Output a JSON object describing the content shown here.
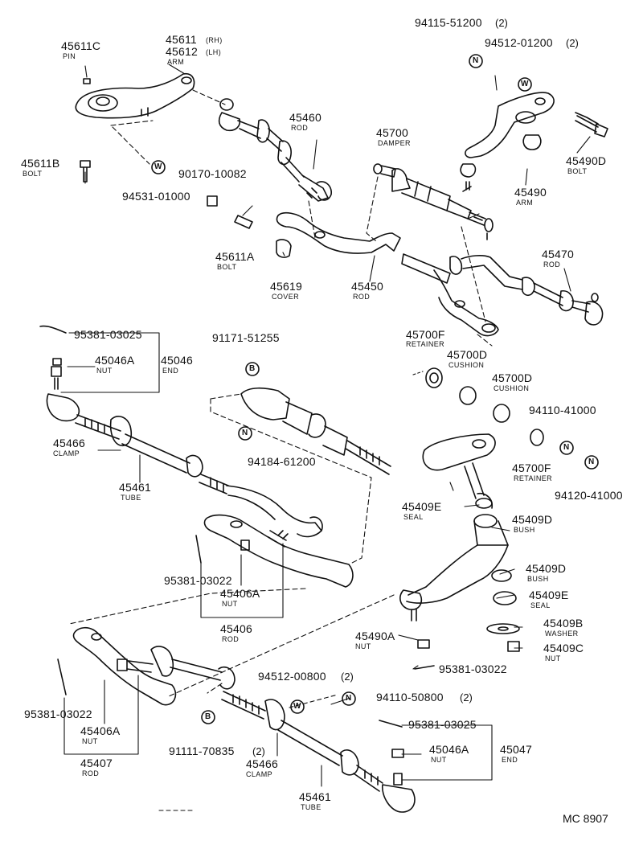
{
  "figure_code": "MC 8907",
  "tag_letters": {
    "w": "W",
    "n": "N",
    "b": "B"
  },
  "parts": {
    "p45611C": {
      "number": "45611C",
      "name": "PIN"
    },
    "p45611": {
      "number": "45611",
      "suffix": "(RH)"
    },
    "p45612": {
      "number": "45612",
      "suffix": "(LH)",
      "name": "ARM"
    },
    "p45611B": {
      "number": "45611B",
      "name": "BOLT"
    },
    "p94531": {
      "number": "94531-01000"
    },
    "p90170": {
      "number": "90170-10082"
    },
    "p45460": {
      "number": "45460",
      "name": "ROD"
    },
    "p45611A": {
      "number": "45611A",
      "name": "BOLT"
    },
    "p45619": {
      "number": "45619",
      "name": "COVER"
    },
    "p45450": {
      "number": "45450",
      "name": "ROD"
    },
    "p45700": {
      "number": "45700",
      "name": "DAMPER"
    },
    "p94115": {
      "number": "94115-51200",
      "qty": "(2)"
    },
    "p94512_12": {
      "number": "94512-01200",
      "qty": "(2)"
    },
    "p45490D": {
      "number": "45490D",
      "name": "BOLT"
    },
    "p45490": {
      "number": "45490",
      "name": "ARM"
    },
    "p45470": {
      "number": "45470",
      "name": "ROD"
    },
    "p95381_a": {
      "number": "95381-03025"
    },
    "p45046A": {
      "number": "45046A",
      "name": "NUT"
    },
    "p45046": {
      "number": "45046",
      "name": "END"
    },
    "p91171": {
      "number": "91171-51255"
    },
    "p45466_a": {
      "number": "45466",
      "name": "CLAMP"
    },
    "p45461_a": {
      "number": "45461",
      "name": "TUBE"
    },
    "p94184": {
      "number": "94184-61200"
    },
    "p45700F_a": {
      "number": "45700F",
      "name": "RETAINER"
    },
    "p45700D_a": {
      "number": "45700D",
      "name": "CUSHION"
    },
    "p45700D_b": {
      "number": "45700D",
      "name": "CUSHION"
    },
    "p94110_41": {
      "number": "94110-41000"
    },
    "p45700F_b": {
      "number": "45700F",
      "name": "RETAINER"
    },
    "p94120": {
      "number": "94120-41000"
    },
    "p45409E_a": {
      "number": "45409E",
      "name": "SEAL"
    },
    "p45409D_a": {
      "number": "45409D",
      "name": "BUSH"
    },
    "p45409D_b": {
      "number": "45409D",
      "name": "BUSH"
    },
    "p45409E_b": {
      "number": "45409E",
      "name": "SEAL"
    },
    "p45409B": {
      "number": "45409B",
      "name": "WASHER"
    },
    "p45409C": {
      "number": "45409C",
      "name": "NUT"
    },
    "p45490A": {
      "number": "45490A",
      "name": "NUT"
    },
    "p95381_b": {
      "number": "95381-03022"
    },
    "p95381_c": {
      "number": "95381-03022"
    },
    "p45406A": {
      "number": "45406A",
      "name": "NUT"
    },
    "p45406": {
      "number": "45406",
      "name": "ROD"
    },
    "p94512_08": {
      "number": "94512-00800",
      "qty": "(2)"
    },
    "p94110_50": {
      "number": "94110-50800",
      "qty": "(2)"
    },
    "p95381_d": {
      "number": "95381-03022"
    },
    "p45406A_b": {
      "number": "45406A",
      "name": "NUT"
    },
    "p45407": {
      "number": "45407",
      "name": "ROD"
    },
    "p91111": {
      "number": "91111-70835",
      "qty": "(2)"
    },
    "p45466_b": {
      "number": "45466",
      "name": "CLAMP"
    },
    "p45461_b": {
      "number": "45461",
      "name": "TUBE"
    },
    "p95381_e": {
      "number": "95381-03025"
    },
    "p45046A_b": {
      "number": "45046A",
      "name": "NUT"
    },
    "p45047": {
      "number": "45047",
      "name": "END"
    }
  }
}
